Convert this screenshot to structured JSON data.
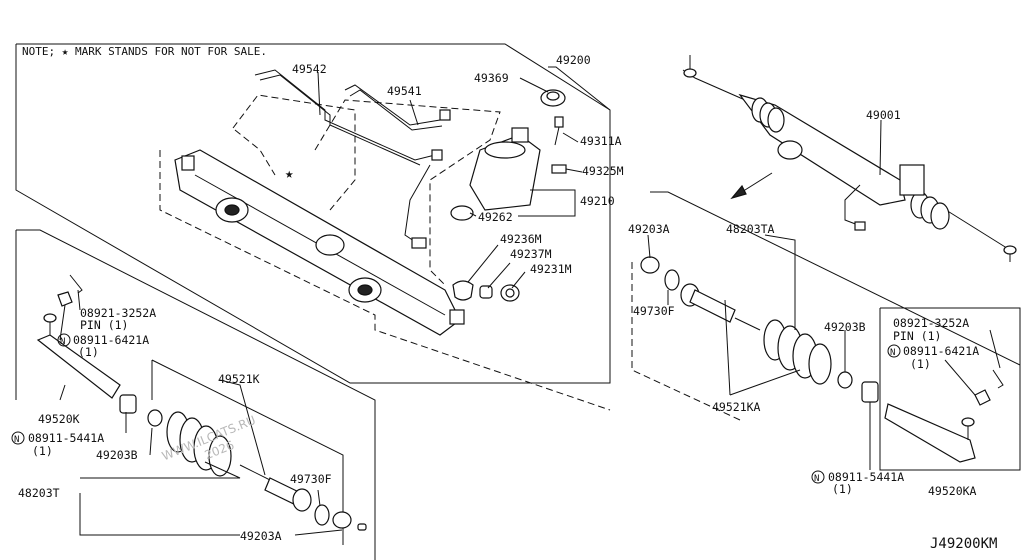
{
  "note": "NOTE; ★ MARK STANDS FOR NOT FOR SALE.",
  "diagram_code": "J49200KM",
  "watermark": "WWW.ILCATS.RU",
  "watermark_year": "2026",
  "labels": {
    "p49200": "49200",
    "p49542": "49542",
    "p49541": "49541",
    "p49369": "49369",
    "p49311A": "49311A",
    "p49325M": "49325M",
    "p49262": "49262",
    "p49210": "49210",
    "p49236M": "49236M",
    "p49237M": "49237M",
    "p49231M": "49231M",
    "p49001": "49001",
    "p49203A_r": "49203A",
    "p48203TA": "48203TA",
    "p49730F_r": "49730F",
    "p49203B_r": "49203B",
    "p49521KA": "49521KA",
    "pin_r_1": "08921-3252A",
    "pin_r_2": "PIN (1)",
    "nut_r_1": "08911-6421A",
    "nut_r_2": "(1)",
    "nut2_r_1": "08911-5441A",
    "nut2_r_2": "(1)",
    "p49520KA": "49520KA",
    "pin_l_1": "08921-3252A",
    "pin_l_2": "PIN (1)",
    "nut_l_1": "08911-6421A",
    "nut_l_2": "(1)",
    "p49520K": "49520K",
    "nut2_l_1": "08911-5441A",
    "nut2_l_2": "(1)",
    "p49521K": "49521K",
    "p49203B_l": "49203B",
    "p49730F_l": "49730F",
    "p48203T": "48203T",
    "p49203A_l": "49203A",
    "star": "★",
    "n_symbol": "N"
  }
}
